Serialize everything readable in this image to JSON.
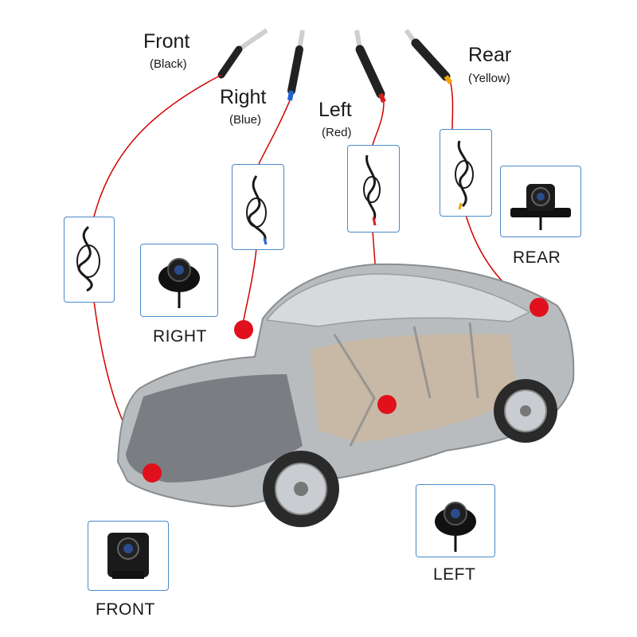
{
  "wires": [
    {
      "name": "Front",
      "color_text": "(Black)",
      "tip_color": "#1a1a1a"
    },
    {
      "name": "Right",
      "color_text": "(Blue)",
      "tip_color": "#1e64d2"
    },
    {
      "name": "Left",
      "color_text": "(Red)",
      "tip_color": "#d81e1e"
    },
    {
      "name": "Rear",
      "color_text": "(Yellow)",
      "tip_color": "#f0a400"
    }
  ],
  "cameras": {
    "front": "FRONT",
    "right": "RIGHT",
    "left": "LEFT",
    "rear": "REAR"
  },
  "colors": {
    "connector_line": "#d40000",
    "marker": "#e0101c",
    "box_border": "#4a8ac8"
  }
}
